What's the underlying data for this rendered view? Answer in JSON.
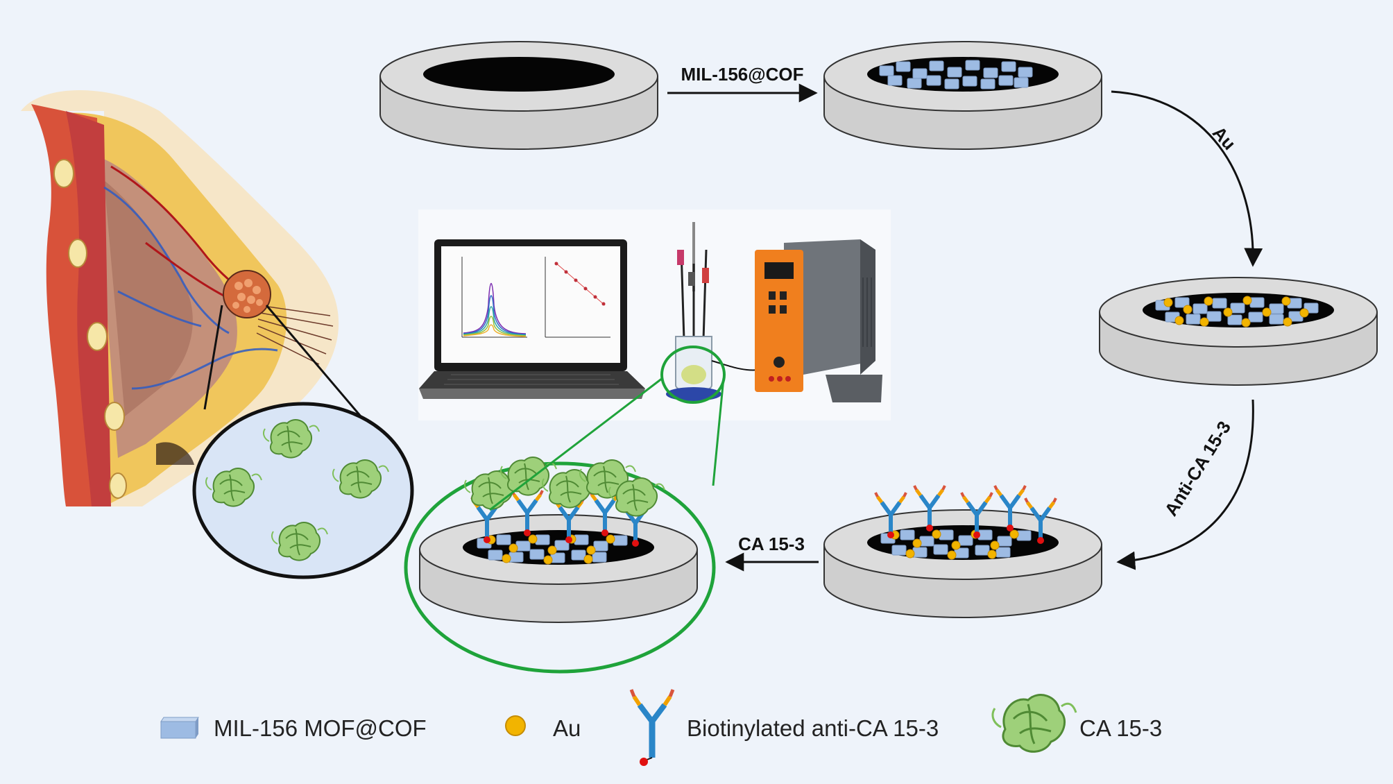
{
  "steps": {
    "mof_cof": "MIL-156@COF",
    "au": "Au",
    "anti": "Anti-CA 15-3",
    "ca": "CA 15-3"
  },
  "legend": [
    {
      "icon": "mof-cof-block-icon",
      "label": "MIL-156 MOF@COF"
    },
    {
      "icon": "au-nanoparticle-icon",
      "label": "Au"
    },
    {
      "icon": "antibody-icon",
      "label": "Biotinylated anti-CA 15-3"
    },
    {
      "icon": "protein-icon",
      "label": "CA 15-3"
    }
  ],
  "colors": {
    "background": "#eef3fa",
    "electrode_body": "#d3d3d3",
    "electrode_well": "#050505",
    "mof_cof": "#9dbbe3",
    "au": "#f2b400",
    "antibody": "#2a86c8",
    "protein": "#7fbf5a",
    "highlight": "#1fa33a",
    "biotin": "#e01010",
    "potentiostat": "#f07f1e"
  }
}
